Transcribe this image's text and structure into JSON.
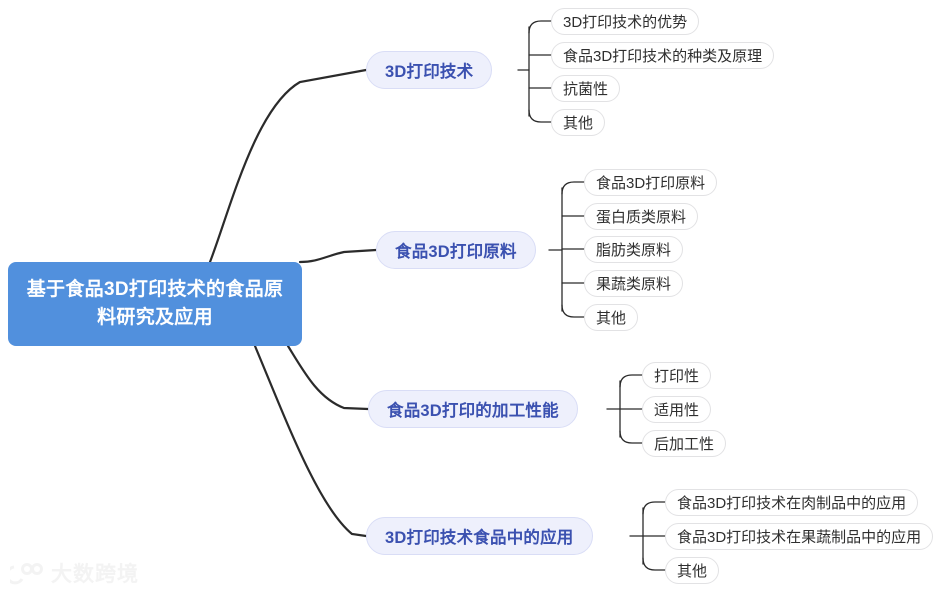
{
  "mindmap": {
    "root": {
      "label": "基于食品3D打印技术的食品原料研究及应用",
      "color": "#5190dd",
      "text_color": "#ffffff"
    },
    "branch_color": "#3b51b0",
    "branch_fill": "#eef0fc",
    "leaf_color": "#2f2f2f",
    "branches": [
      {
        "label": "3D打印技术",
        "children": [
          {
            "label": "3D打印技术的优势"
          },
          {
            "label": "食品3D打印技术的种类及原理"
          },
          {
            "label": "抗菌性"
          },
          {
            "label": "其他"
          }
        ]
      },
      {
        "label": "食品3D打印原料",
        "children": [
          {
            "label": "食品3D打印原料"
          },
          {
            "label": "蛋白质类原料"
          },
          {
            "label": "脂肪类原料"
          },
          {
            "label": "果蔬类原料"
          },
          {
            "label": "其他"
          }
        ]
      },
      {
        "label": "食品3D打印的加工性能",
        "children": [
          {
            "label": "打印性"
          },
          {
            "label": "适用性"
          },
          {
            "label": "后加工性"
          }
        ]
      },
      {
        "label": "3D打印技术食品中的应用",
        "children": [
          {
            "label": "食品3D打印技术在肉制品中的应用"
          },
          {
            "label": "食品3D打印技术在果蔬制品中的应用"
          },
          {
            "label": "其他"
          }
        ]
      }
    ]
  },
  "watermark": {
    "text": "大数跨境",
    "logo": "logo-icon"
  }
}
